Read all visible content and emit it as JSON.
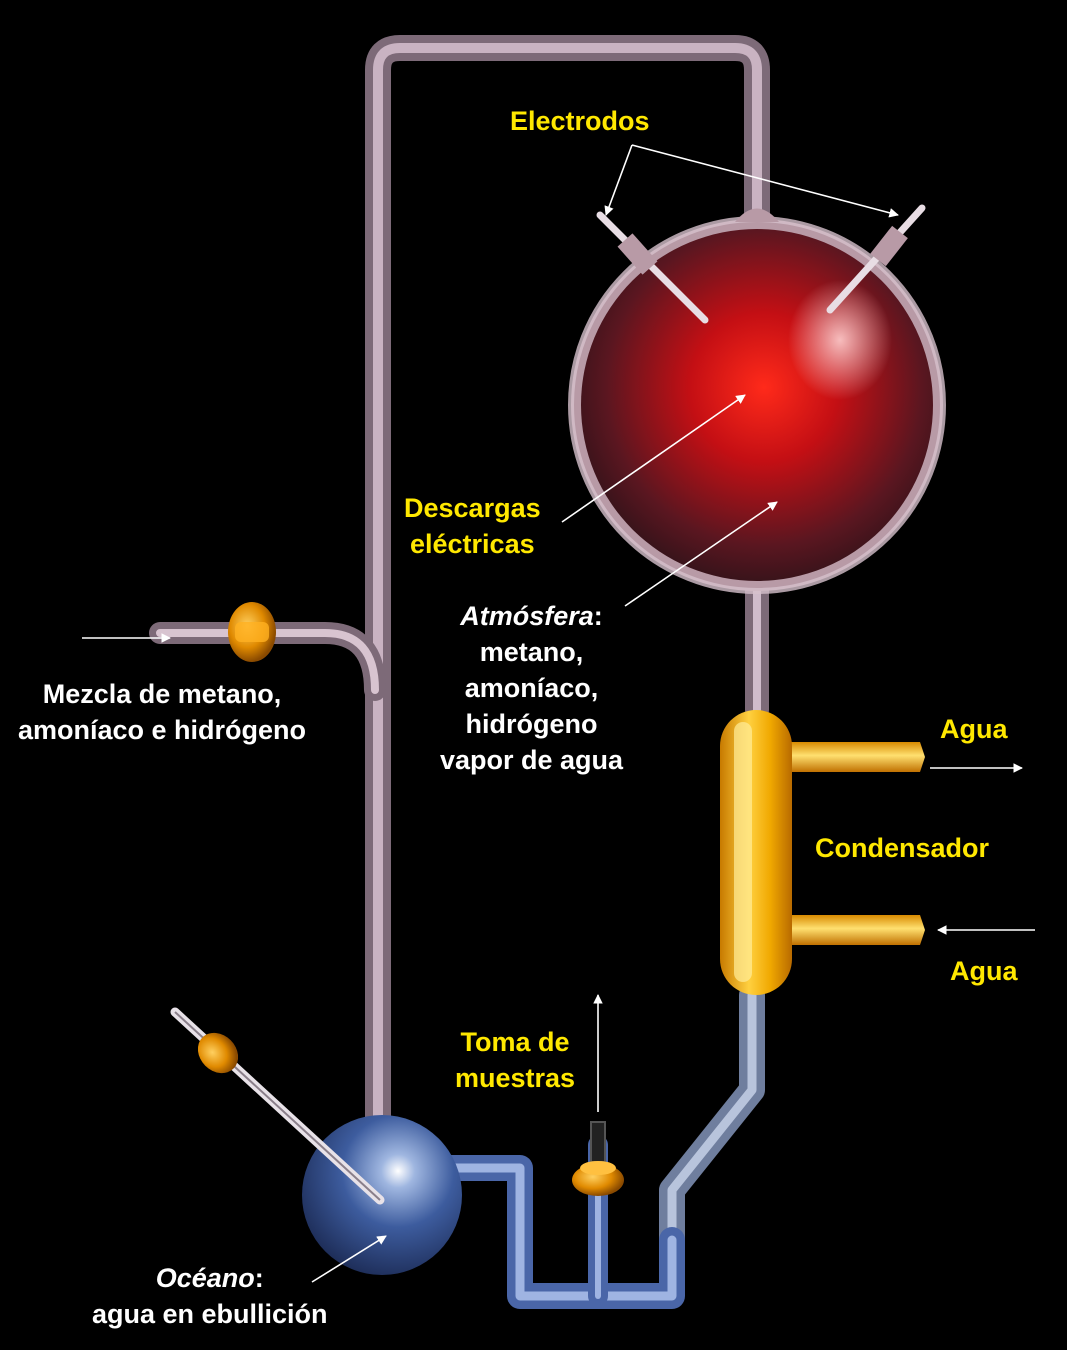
{
  "colors": {
    "background": "#000000",
    "highlight_label": "#ffe800",
    "body_label": "#ffffff",
    "glass": "#b89aa6",
    "flask_red": "#d01010",
    "flask_blue": "#3a5fa6",
    "condenser": "#f5b000"
  },
  "labels": {
    "electrodos": "Electrodos",
    "descargas_1": "Descargas",
    "descargas_2": "eléctricas",
    "atmosfera_title": "Atmósfera",
    "atmosfera_colon": ":",
    "atmosfera_1": "metano,",
    "atmosfera_2": "amoníaco,",
    "atmosfera_3": "hidrógeno",
    "atmosfera_4": "vapor de agua",
    "mezcla_1": "Mezcla de metano,",
    "mezcla_2": "amoníaco e hidrógeno",
    "agua_out": "Agua",
    "condensador": "Condensador",
    "agua_in": "Agua",
    "toma_1": "Toma de",
    "toma_2": "muestras",
    "oceano_title": "Océano",
    "oceano_colon": ":",
    "oceano_2": "agua en ebullición"
  }
}
